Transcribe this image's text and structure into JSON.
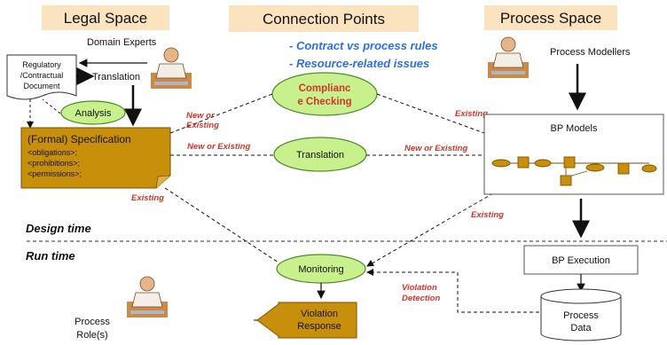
{
  "headers": {
    "legal": "Legal Space",
    "connection": "Connection Points",
    "process": "Process Space"
  },
  "legal": {
    "domain_experts": "Domain Experts",
    "document_line1": "Regulatory",
    "document_line2": "/Contractual",
    "document_line3": "Document",
    "translation": "Translation",
    "analysis": "Analysis",
    "spec_title": "(Formal) Specification",
    "spec_line1": "<obligations>;",
    "spec_line2": "<prohibitions>;",
    "spec_line3": "<permissions>;",
    "process_roles_line1": "Process",
    "process_roles_line2": "Role(s)"
  },
  "connection": {
    "issue1": "- Contract vs process rules",
    "issue2": "- Resource-related issues",
    "compliance_line1": "Complianc",
    "compliance_line2": "e Checking",
    "translation": "Translation",
    "monitoring": "Monitoring",
    "violation_line1": "Violation",
    "violation_line2": "Response"
  },
  "process": {
    "modellers": "Process Modellers",
    "bp_models": "BP Models",
    "bp_execution": "BP Execution",
    "data_line1": "Process",
    "data_line2": "Data"
  },
  "edge_labels": {
    "new_or_existing_1a": "New or",
    "new_or_existing_1b": "Existing",
    "new_or_existing_2": "New or Existing",
    "new_or_existing_3": "New or Existing",
    "existing_1": "Existing",
    "existing_2": "Existing",
    "existing_3": "Existing",
    "violation_detection_1": "Violation",
    "violation_detection_2": "Detection"
  },
  "phases": {
    "design": "Design time",
    "run": "Run time"
  },
  "colors": {
    "header_bg": "#fbe3c0",
    "spec_fill": "#c8900a",
    "ellipse_fill": "#c8f08c",
    "edge_label": "#d1362a",
    "issue_text": "#2d6fe3"
  },
  "icons": [
    "person-at-desk-icon",
    "person-at-desk-icon",
    "person-at-desk-icon"
  ]
}
